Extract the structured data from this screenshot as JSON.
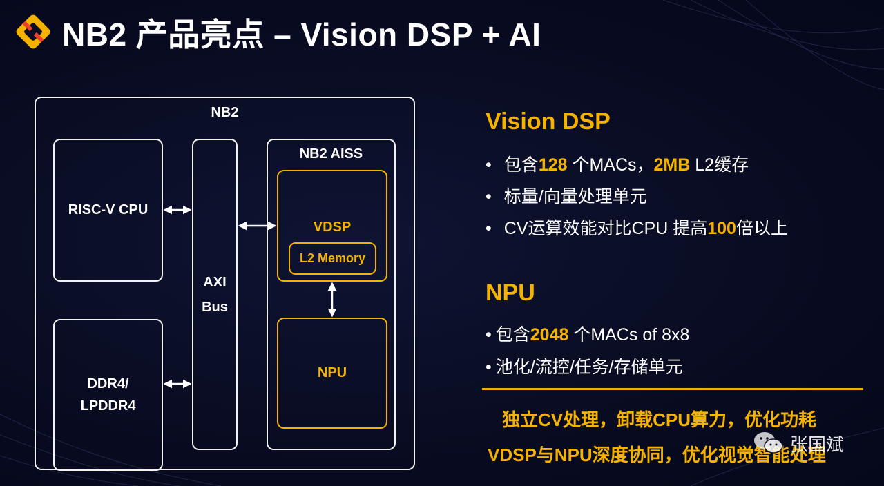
{
  "header": {
    "title": "NB2 产品亮点 – Vision DSP + AI"
  },
  "diagram": {
    "outer_label": "NB2",
    "cpu_label": "RISC-V CPU",
    "ddr_line1": "DDR4/",
    "ddr_line2": "LPDDR4",
    "bus_line1": "AXI",
    "bus_line2": "Bus",
    "aiss_label": "NB2 AISS",
    "vdsp_label": "VDSP",
    "l2_label": "L2 Memory",
    "npu_label": "NPU"
  },
  "vision_dsp": {
    "title": "Vision DSP",
    "b1_pre": "包含",
    "b1_hl1": "128",
    "b1_mid": " 个MACs，",
    "b1_hl2": "2MB",
    "b1_post": " L2缓存",
    "b2": "标量/向量处理单元",
    "b3_pre": "CV运算效能对比CPU 提高",
    "b3_hl": "100",
    "b3_post": "倍以上"
  },
  "npu": {
    "title": "NPU",
    "b1_pre": "包含",
    "b1_hl": "2048",
    "b1_post": " 个MACs of 8x8",
    "b2": "池化/流控/任务/存储单元"
  },
  "conclusion": {
    "line1": "独立CV处理，卸载CPU算力，优化功耗",
    "line2": "VDSP与NPU深度协同，优化视觉智能处理"
  },
  "watermark": {
    "text": "张国斌"
  },
  "colors": {
    "accent": "#f5b300",
    "background": "#090c22",
    "box_border": "#f2f2f2"
  }
}
